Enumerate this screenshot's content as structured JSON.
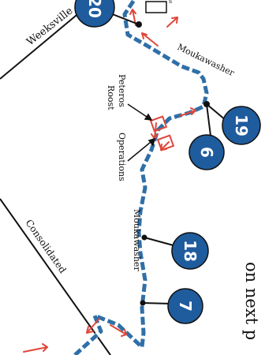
{
  "map": {
    "line_labels": {
      "weeksville": "Weeksville",
      "consolidated": "Consolidated"
    },
    "route_labels": {
      "moukawasher_top": "Moukawasher",
      "moukawasher_side": "Moukawasher"
    },
    "place_labels": {
      "peteros": "Peteros",
      "roost": "Roost",
      "operations": "Operations"
    },
    "continuation_note": "on next p",
    "markers": [
      {
        "id": "20",
        "label": "20"
      },
      {
        "id": "19",
        "label": "19"
      },
      {
        "id": "6",
        "label": "6"
      },
      {
        "id": "18",
        "label": "18"
      },
      {
        "id": "7",
        "label": "7"
      }
    ],
    "colors": {
      "marker_fill": "#1f5c9e",
      "route_blue": "#2f6fa8",
      "route_red": "#e0473a",
      "ink": "#111111"
    }
  }
}
